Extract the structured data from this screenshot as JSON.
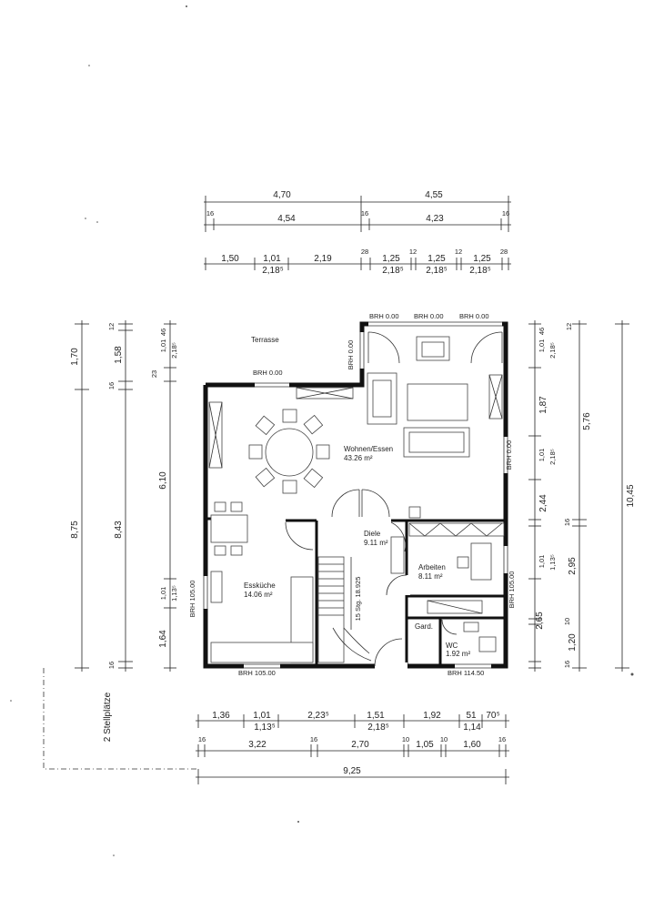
{
  "dimensions": {
    "top_row1": [
      "4,70",
      "4,55"
    ],
    "top_row2": [
      "16",
      "4,54",
      "16",
      "4,23",
      "16"
    ],
    "top_row3": [
      "1,50",
      "1,01",
      "2,19",
      "28",
      "1,25",
      "12",
      "1,25",
      "12",
      "1,25",
      "28"
    ],
    "top_row3_sub": [
      "2,18⁵",
      "2,18⁵",
      "2,18⁵",
      "2,18⁵"
    ],
    "bottom_row1": [
      "1,36",
      "1,01",
      "2,23⁵",
      "1,51",
      "1,92",
      "51",
      "70⁵"
    ],
    "bottom_row1_sub": [
      "1,13⁵",
      "2,18⁵",
      "1,14"
    ],
    "bottom_row2": [
      "16",
      "3,22",
      "16",
      "2,70",
      "10",
      "1,05",
      "10",
      "1,60",
      "16"
    ],
    "bottom_total": "9,25",
    "left_outer": [
      "1,70",
      "8,75"
    ],
    "left_mid": [
      "12",
      "1,58",
      "16",
      "8,43",
      "16"
    ],
    "left_inner": [
      "1,01",
      "46",
      "2,18⁵",
      "23",
      "6,10",
      "1,01",
      "1,13⁵",
      "1,64"
    ],
    "right_inner": [
      "1,01",
      "46",
      "2,18⁵",
      "1,87",
      "1,01",
      "2,18⁵",
      "2,44",
      "16",
      "1,01",
      "1,13⁵",
      "2,65",
      "10",
      "1,20",
      "16"
    ],
    "right_mid": [
      "12",
      "5,76",
      "2,95"
    ],
    "right_outer": [
      "10,45"
    ]
  },
  "rooms": [
    {
      "name": "Terrasse",
      "area": ""
    },
    {
      "name": "Wohnen/Essen",
      "area": "43.26 m²"
    },
    {
      "name": "Diele",
      "area": "9.11 m²"
    },
    {
      "name": "Arbeiten",
      "area": "8.11 m²"
    },
    {
      "name": "Essküche",
      "area": "14.06 m²"
    },
    {
      "name": "Gard.",
      "area": ""
    },
    {
      "name": "WC",
      "area": "1.92 m²"
    }
  ],
  "labels": {
    "brh_top_1": "BRH 0.00",
    "brh_top_2": "BRH 0.00",
    "brh_top_3": "BRH 0.00",
    "brh_terrace": "BRH 0.00",
    "brh_door_v": "BRH 0.00",
    "brh_right": "BRH 0.00",
    "brh_left": "BRH 105.00",
    "brh_bottom_left": "BRH 105.00",
    "brh_bottom_right": "BRH 114.50",
    "brh_right_lower": "BRH 105.00",
    "stairs": "15 Stg. 18.925",
    "parking": "2 Stellplätze"
  }
}
